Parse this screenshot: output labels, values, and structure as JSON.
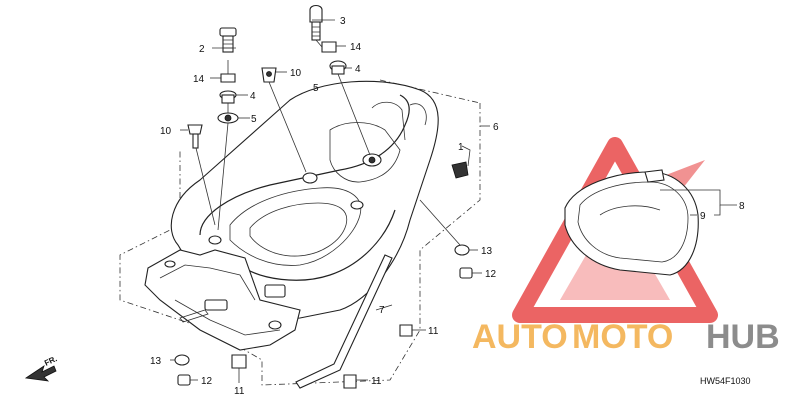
{
  "diagram": {
    "callouts": [
      {
        "id": "c1",
        "text": "1"
      },
      {
        "id": "c2",
        "text": "2"
      },
      {
        "id": "c3",
        "text": "3"
      },
      {
        "id": "c4a",
        "text": "4"
      },
      {
        "id": "c4b",
        "text": "4"
      },
      {
        "id": "c5a",
        "text": "5"
      },
      {
        "id": "c5b",
        "text": "5"
      },
      {
        "id": "c6",
        "text": "6"
      },
      {
        "id": "c7",
        "text": "7"
      },
      {
        "id": "c8",
        "text": "8"
      },
      {
        "id": "c9",
        "text": "9"
      },
      {
        "id": "c10a",
        "text": "10"
      },
      {
        "id": "c10b",
        "text": "10"
      },
      {
        "id": "c11a",
        "text": "11"
      },
      {
        "id": "c11b",
        "text": "11"
      },
      {
        "id": "c11c",
        "text": "11"
      },
      {
        "id": "c12a",
        "text": "12"
      },
      {
        "id": "c12b",
        "text": "12"
      },
      {
        "id": "c13a",
        "text": "13"
      },
      {
        "id": "c13b",
        "text": "13"
      },
      {
        "id": "c14a",
        "text": "14"
      },
      {
        "id": "c14b",
        "text": "14"
      }
    ],
    "direction_label": "FR.",
    "diagram_code": "HW54F1030"
  },
  "watermark": {
    "part1": "AUTO",
    "part2": "MOTO",
    "part3": "HUB",
    "color_orange": "#f4b860",
    "color_gray": "#8c8c8c",
    "color_red": "#e84a4a"
  }
}
